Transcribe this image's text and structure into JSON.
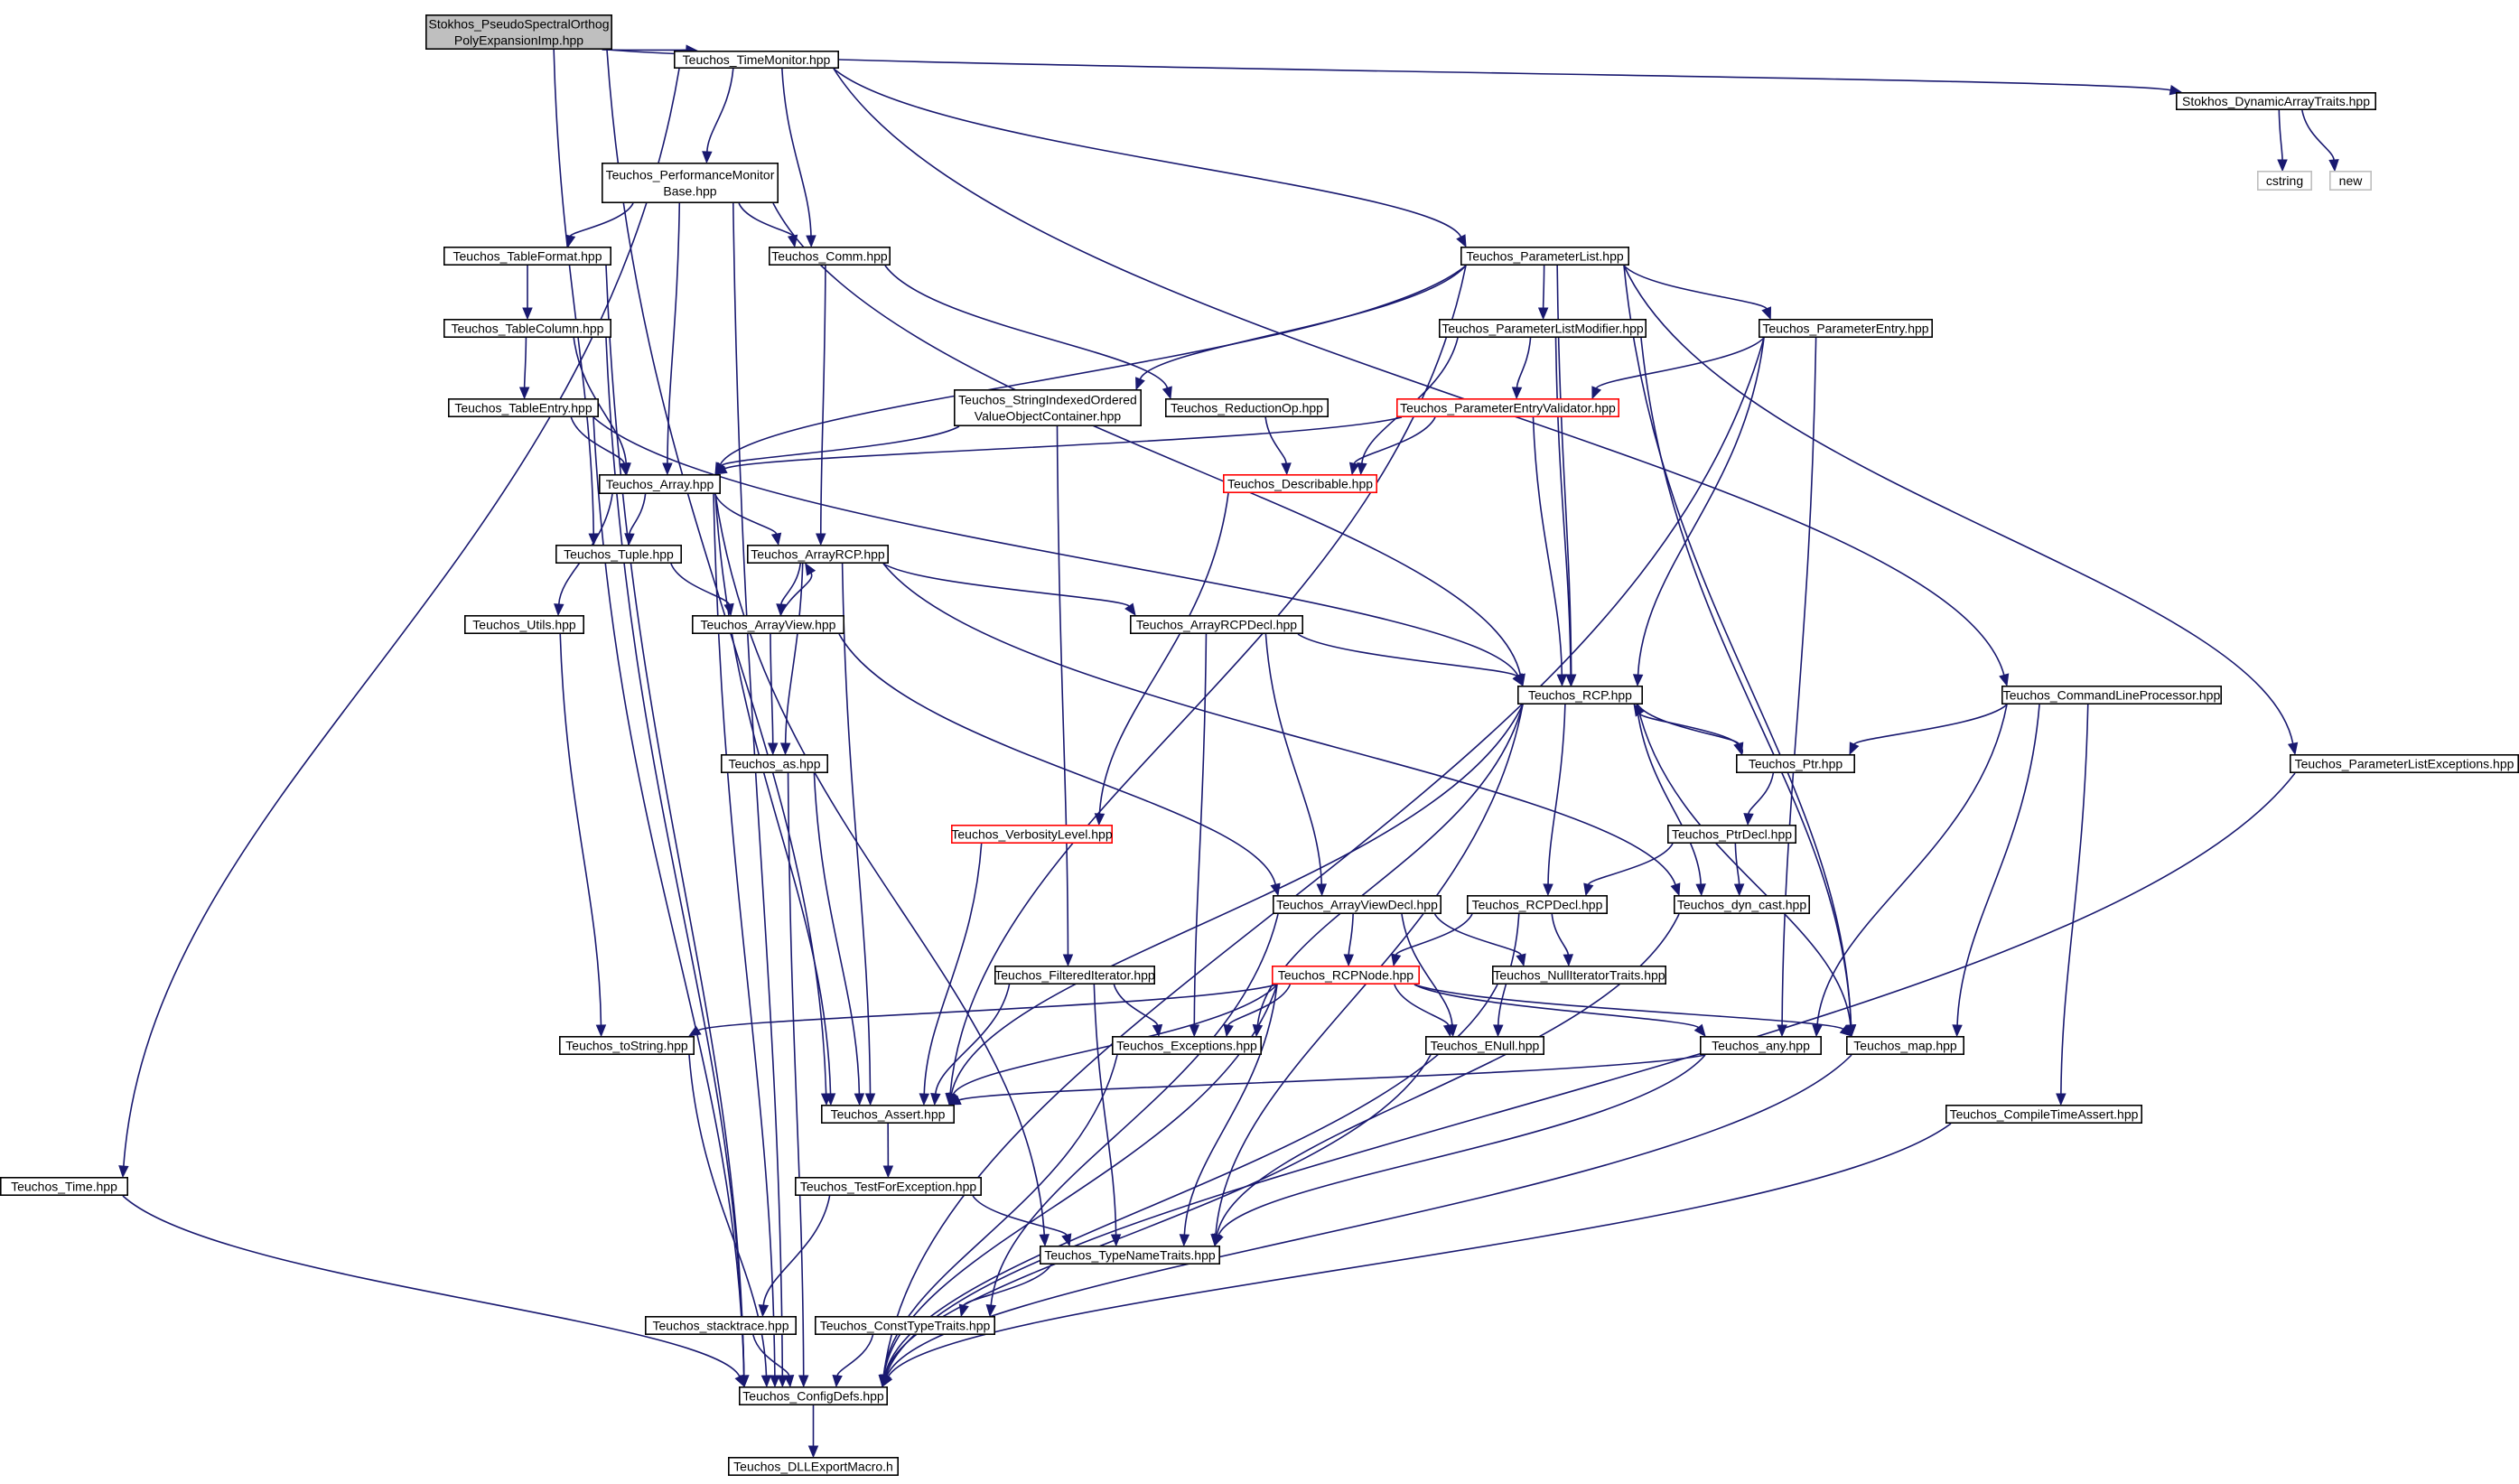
{
  "colors": {
    "edge": "#191970",
    "node_border": "#000000",
    "highlight_border": "#ff0000",
    "root_fill": "#bfbfbf",
    "external_border": "#bfbfbf"
  },
  "nodes": [
    {
      "id": "root",
      "lines": [
        "Stokhos_PseudoSpectralOrthog",
        "PolyExpansionImp.hpp"
      ],
      "kind": "root"
    },
    {
      "id": "timemonitor",
      "lines": [
        "Teuchos_TimeMonitor.hpp"
      ]
    },
    {
      "id": "dynarraytraits",
      "lines": [
        "Stokhos_DynamicArrayTraits.hpp"
      ]
    },
    {
      "id": "cstring",
      "lines": [
        "cstring"
      ],
      "kind": "ext"
    },
    {
      "id": "new",
      "lines": [
        "new"
      ],
      "kind": "ext"
    },
    {
      "id": "perfmon",
      "lines": [
        "Teuchos_PerformanceMonitor",
        "Base.hpp"
      ]
    },
    {
      "id": "tableformat",
      "lines": [
        "Teuchos_TableFormat.hpp"
      ]
    },
    {
      "id": "comm",
      "lines": [
        "Teuchos_Comm.hpp"
      ]
    },
    {
      "id": "paramlist",
      "lines": [
        "Teuchos_ParameterList.hpp"
      ]
    },
    {
      "id": "tablecolumn",
      "lines": [
        "Teuchos_TableColumn.hpp"
      ]
    },
    {
      "id": "plmodifier",
      "lines": [
        "Teuchos_ParameterListModifier.hpp"
      ]
    },
    {
      "id": "paramentry",
      "lines": [
        "Teuchos_ParameterEntry.hpp"
      ]
    },
    {
      "id": "tableentry",
      "lines": [
        "Teuchos_TableEntry.hpp"
      ]
    },
    {
      "id": "stringindexed",
      "lines": [
        "Teuchos_StringIndexedOrdered",
        "ValueObjectContainer.hpp"
      ]
    },
    {
      "id": "reductionop",
      "lines": [
        "Teuchos_ReductionOp.hpp"
      ]
    },
    {
      "id": "pevalidator",
      "lines": [
        "Teuchos_ParameterEntryValidator.hpp"
      ],
      "kind": "red"
    },
    {
      "id": "array",
      "lines": [
        "Teuchos_Array.hpp"
      ]
    },
    {
      "id": "describable",
      "lines": [
        "Teuchos_Describable.hpp"
      ],
      "kind": "red"
    },
    {
      "id": "tuple",
      "lines": [
        "Teuchos_Tuple.hpp"
      ]
    },
    {
      "id": "arrayrcp",
      "lines": [
        "Teuchos_ArrayRCP.hpp"
      ]
    },
    {
      "id": "utils",
      "lines": [
        "Teuchos_Utils.hpp"
      ]
    },
    {
      "id": "arrayview",
      "lines": [
        "Teuchos_ArrayView.hpp"
      ]
    },
    {
      "id": "arrayrcpdecl",
      "lines": [
        "Teuchos_ArrayRCPDecl.hpp"
      ]
    },
    {
      "id": "rcp",
      "lines": [
        "Teuchos_RCP.hpp"
      ]
    },
    {
      "id": "clp",
      "lines": [
        "Teuchos_CommandLineProcessor.hpp"
      ]
    },
    {
      "id": "as",
      "lines": [
        "Teuchos_as.hpp"
      ]
    },
    {
      "id": "ptr",
      "lines": [
        "Teuchos_Ptr.hpp"
      ]
    },
    {
      "id": "plexceptions",
      "lines": [
        "Teuchos_ParameterListExceptions.hpp"
      ]
    },
    {
      "id": "verbosity",
      "lines": [
        "Teuchos_VerbosityLevel.hpp"
      ],
      "kind": "red"
    },
    {
      "id": "ptrdecl",
      "lines": [
        "Teuchos_PtrDecl.hpp"
      ]
    },
    {
      "id": "arrayviewdecl",
      "lines": [
        "Teuchos_ArrayViewDecl.hpp"
      ]
    },
    {
      "id": "rcpdecl",
      "lines": [
        "Teuchos_RCPDecl.hpp"
      ]
    },
    {
      "id": "dyncast",
      "lines": [
        "Teuchos_dyn_cast.hpp"
      ]
    },
    {
      "id": "filterediter",
      "lines": [
        "Teuchos_FilteredIterator.hpp"
      ]
    },
    {
      "id": "rcpnode",
      "lines": [
        "Teuchos_RCPNode.hpp"
      ],
      "kind": "red"
    },
    {
      "id": "nulliter",
      "lines": [
        "Teuchos_NullIteratorTraits.hpp"
      ]
    },
    {
      "id": "tostring",
      "lines": [
        "Teuchos_toString.hpp"
      ]
    },
    {
      "id": "exceptions",
      "lines": [
        "Teuchos_Exceptions.hpp"
      ]
    },
    {
      "id": "enull",
      "lines": [
        "Teuchos_ENull.hpp"
      ]
    },
    {
      "id": "any",
      "lines": [
        "Teuchos_any.hpp"
      ]
    },
    {
      "id": "map",
      "lines": [
        "Teuchos_map.hpp"
      ]
    },
    {
      "id": "assert",
      "lines": [
        "Teuchos_Assert.hpp"
      ]
    },
    {
      "id": "compiletimeassert",
      "lines": [
        "Teuchos_CompileTimeAssert.hpp"
      ]
    },
    {
      "id": "time",
      "lines": [
        "Teuchos_Time.hpp"
      ]
    },
    {
      "id": "testforexception",
      "lines": [
        "Teuchos_TestForException.hpp"
      ]
    },
    {
      "id": "typenametraits",
      "lines": [
        "Teuchos_TypeNameTraits.hpp"
      ]
    },
    {
      "id": "stacktrace",
      "lines": [
        "Teuchos_stacktrace.hpp"
      ]
    },
    {
      "id": "consttypetraits",
      "lines": [
        "Teuchos_ConstTypeTraits.hpp"
      ]
    },
    {
      "id": "configdefs",
      "lines": [
        "Teuchos_ConfigDefs.hpp"
      ]
    },
    {
      "id": "dllexport",
      "lines": [
        "Teuchos_DLLExportMacro.h"
      ]
    }
  ],
  "edges": [
    [
      "root",
      "timemonitor"
    ],
    [
      "root",
      "dynarraytraits"
    ],
    [
      "root",
      "tuple"
    ],
    [
      "root",
      "assert"
    ],
    [
      "dynarraytraits",
      "cstring"
    ],
    [
      "dynarraytraits",
      "new"
    ],
    [
      "timemonitor",
      "perfmon"
    ],
    [
      "timemonitor",
      "comm"
    ],
    [
      "timemonitor",
      "paramlist"
    ],
    [
      "timemonitor",
      "clp"
    ],
    [
      "timemonitor",
      "time"
    ],
    [
      "perfmon",
      "tableformat"
    ],
    [
      "perfmon",
      "comm"
    ],
    [
      "perfmon",
      "array"
    ],
    [
      "perfmon",
      "rcp"
    ],
    [
      "perfmon",
      "configdefs"
    ],
    [
      "tableformat",
      "tablecolumn"
    ],
    [
      "tableformat",
      "configdefs"
    ],
    [
      "tablecolumn",
      "tableentry"
    ],
    [
      "tablecolumn",
      "array"
    ],
    [
      "tablecolumn",
      "configdefs"
    ],
    [
      "tableentry",
      "array"
    ],
    [
      "tableentry",
      "rcp"
    ],
    [
      "tableentry",
      "configdefs"
    ],
    [
      "comm",
      "arrayrcp"
    ],
    [
      "comm",
      "reductionop"
    ],
    [
      "paramlist",
      "plmodifier"
    ],
    [
      "paramlist",
      "paramentry"
    ],
    [
      "paramlist",
      "stringindexed"
    ],
    [
      "paramlist",
      "array"
    ],
    [
      "paramlist",
      "rcp"
    ],
    [
      "paramlist",
      "map"
    ],
    [
      "paramlist",
      "plexceptions"
    ],
    [
      "paramlist",
      "assert"
    ],
    [
      "plmodifier",
      "pevalidator"
    ],
    [
      "plmodifier",
      "describable"
    ],
    [
      "plmodifier",
      "rcp"
    ],
    [
      "plmodifier",
      "map"
    ],
    [
      "paramentry",
      "pevalidator"
    ],
    [
      "paramentry",
      "rcp"
    ],
    [
      "paramentry",
      "any"
    ],
    [
      "paramentry",
      "configdefs"
    ],
    [
      "stringindexed",
      "array"
    ],
    [
      "stringindexed",
      "filterediter"
    ],
    [
      "reductionop",
      "describable"
    ],
    [
      "pevalidator",
      "describable"
    ],
    [
      "pevalidator",
      "array"
    ],
    [
      "pevalidator",
      "rcp"
    ],
    [
      "describable",
      "verbosity"
    ],
    [
      "array",
      "tuple"
    ],
    [
      "array",
      "arrayrcp"
    ],
    [
      "array",
      "utils"
    ],
    [
      "array",
      "assert"
    ],
    [
      "array",
      "typenametraits"
    ],
    [
      "array",
      "configdefs"
    ],
    [
      "tuple",
      "arrayview"
    ],
    [
      "arrayrcp",
      "arrayview"
    ],
    [
      "arrayrcp",
      "arrayrcpdecl"
    ],
    [
      "arrayrcp",
      "as"
    ],
    [
      "arrayrcp",
      "assert"
    ],
    [
      "arrayrcp",
      "dyncast"
    ],
    [
      "arrayview",
      "arrayrcp"
    ],
    [
      "arrayview",
      "as"
    ],
    [
      "arrayview",
      "arrayviewdecl"
    ],
    [
      "utils",
      "tostring"
    ],
    [
      "arrayrcpdecl",
      "rcp"
    ],
    [
      "arrayrcpdecl",
      "arrayviewdecl"
    ],
    [
      "arrayrcpdecl",
      "exceptions"
    ],
    [
      "rcp",
      "ptr"
    ],
    [
      "rcp",
      "rcpdecl"
    ],
    [
      "rcp",
      "dyncast"
    ],
    [
      "rcp",
      "assert"
    ],
    [
      "rcp",
      "exceptions"
    ],
    [
      "rcp",
      "map"
    ],
    [
      "rcp",
      "typenametraits"
    ],
    [
      "ptr",
      "rcp"
    ],
    [
      "ptr",
      "ptrdecl"
    ],
    [
      "ptrdecl",
      "rcpdecl"
    ],
    [
      "ptrdecl",
      "dyncast"
    ],
    [
      "clp",
      "ptr"
    ],
    [
      "clp",
      "any"
    ],
    [
      "clp",
      "map"
    ],
    [
      "clp",
      "compiletimeassert"
    ],
    [
      "plexceptions",
      "configdefs"
    ],
    [
      "as",
      "assert"
    ],
    [
      "as",
      "configdefs"
    ],
    [
      "verbosity",
      "assert"
    ],
    [
      "arrayviewdecl",
      "rcpnode"
    ],
    [
      "arrayviewdecl",
      "nulliter"
    ],
    [
      "arrayviewdecl",
      "enull"
    ],
    [
      "arrayviewdecl",
      "consttypetraits"
    ],
    [
      "rcpdecl",
      "rcpnode"
    ],
    [
      "rcpdecl",
      "nulliter"
    ],
    [
      "rcpdecl",
      "enull"
    ],
    [
      "dyncast",
      "typenametraits"
    ],
    [
      "filterediter",
      "exceptions"
    ],
    [
      "filterediter",
      "assert"
    ],
    [
      "filterediter",
      "typenametraits"
    ],
    [
      "rcpnode",
      "tostring"
    ],
    [
      "rcpnode",
      "exceptions"
    ],
    [
      "rcpnode",
      "enull"
    ],
    [
      "rcpnode",
      "any"
    ],
    [
      "rcpnode",
      "map"
    ],
    [
      "rcpnode",
      "assert"
    ],
    [
      "rcpnode",
      "typenametraits"
    ],
    [
      "rcpnode",
      "configdefs"
    ],
    [
      "nulliter",
      "configdefs"
    ],
    [
      "tostring",
      "configdefs"
    ],
    [
      "exceptions",
      "configdefs"
    ],
    [
      "enull",
      "configdefs"
    ],
    [
      "any",
      "assert"
    ],
    [
      "any",
      "typenametraits"
    ],
    [
      "map",
      "configdefs"
    ],
    [
      "assert",
      "testforexception"
    ],
    [
      "compiletimeassert",
      "configdefs"
    ],
    [
      "time",
      "configdefs"
    ],
    [
      "testforexception",
      "typenametraits"
    ],
    [
      "testforexception",
      "stacktrace"
    ],
    [
      "typenametraits",
      "consttypetraits"
    ],
    [
      "stacktrace",
      "configdefs"
    ],
    [
      "consttypetraits",
      "configdefs"
    ],
    [
      "configdefs",
      "dllexport"
    ]
  ]
}
